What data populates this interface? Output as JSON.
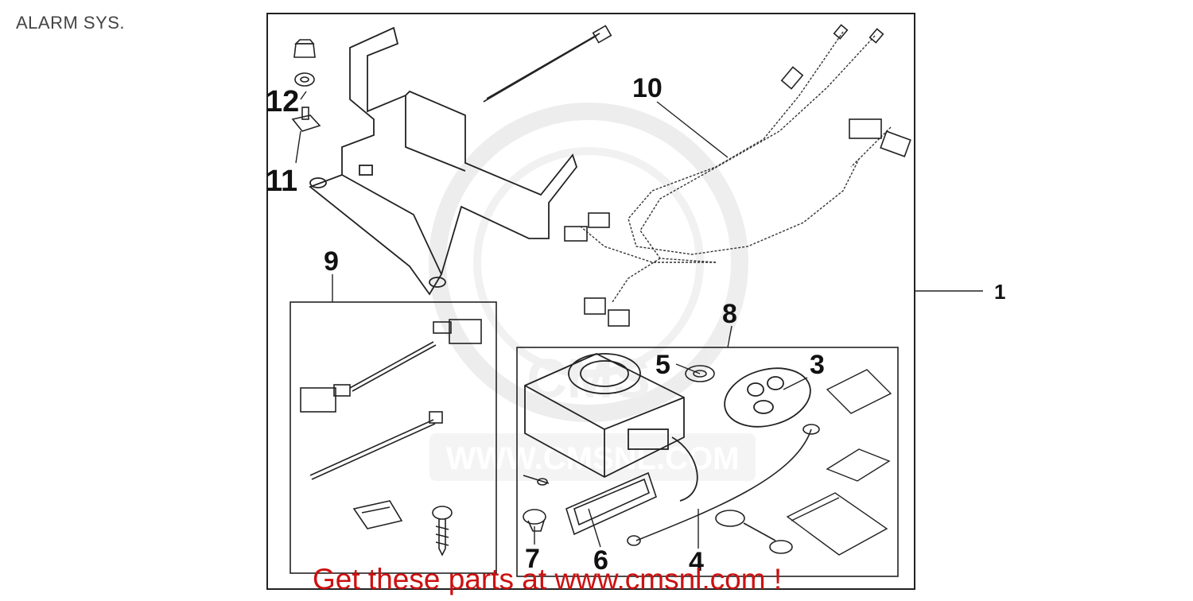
{
  "header": {
    "title": "ALARM SYS."
  },
  "watermark": {
    "text": "WWW.CMSNL.COM",
    "logo_text": "CMS"
  },
  "callouts": {
    "c1": "1",
    "c3": "3",
    "c4": "4",
    "c5": "5",
    "c6": "6",
    "c7": "7",
    "c8": "8",
    "c9": "9",
    "c10": "10",
    "c11": "11",
    "c12": "12"
  },
  "footer": {
    "promo": "Get these parts at www.cmsnl.com !"
  },
  "colors": {
    "promo": "#cc1111",
    "line": "#222222",
    "watermark": "#e6e6e6"
  }
}
